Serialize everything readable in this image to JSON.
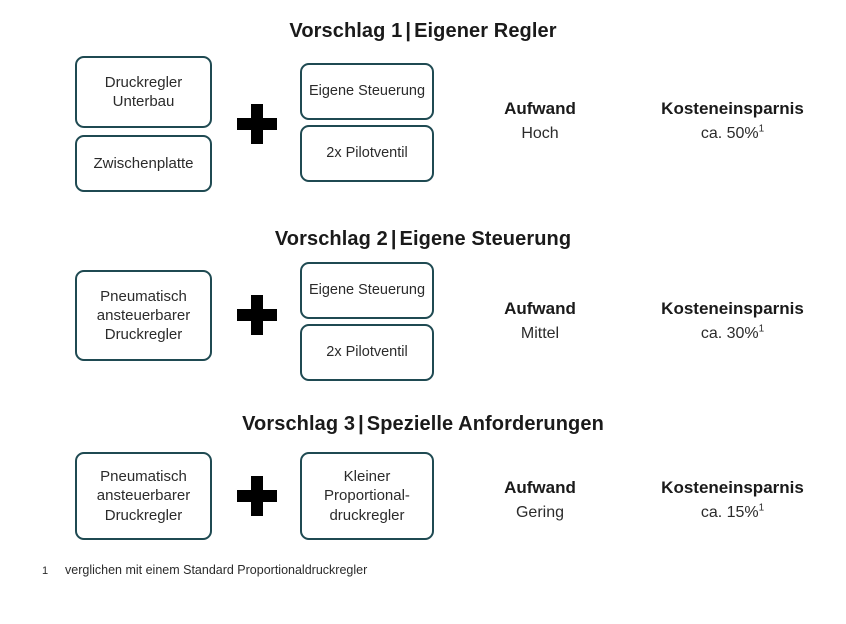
{
  "page": {
    "background": "#ffffff",
    "box_border_color": "#1f4a52",
    "title_color": "#1a1a1a",
    "text_color": "#2b2b2b"
  },
  "sections": [
    {
      "title_prefix": "Vorschlag 1",
      "title_separator": "|",
      "title_suffix": "Eigener Regler",
      "left_boxes": [
        {
          "lines": [
            "Druckregler",
            "Unterbau"
          ]
        },
        {
          "lines": [
            "Zwischenplatte"
          ]
        }
      ],
      "operator": "plus",
      "right_boxes": [
        {
          "lines": [
            "Eigene Steuerung"
          ]
        },
        {
          "lines": [
            "2x Pilotventil"
          ]
        }
      ],
      "metrics": [
        {
          "label": "Aufwand",
          "value": "Hoch",
          "footnote_marker": ""
        },
        {
          "label": "Kosteneinsparnis",
          "value": "ca. 50%",
          "footnote_marker": "1"
        }
      ]
    },
    {
      "title_prefix": "Vorschlag 2",
      "title_separator": "|",
      "title_suffix": "Eigene Steuerung",
      "left_boxes": [
        {
          "lines": [
            "Pneumatisch",
            "ansteuerbarer",
            "Druckregler"
          ]
        }
      ],
      "operator": "plus",
      "right_boxes": [
        {
          "lines": [
            "Eigene Steuerung"
          ]
        },
        {
          "lines": [
            "2x Pilotventil"
          ]
        }
      ],
      "metrics": [
        {
          "label": "Aufwand",
          "value": "Mittel",
          "footnote_marker": ""
        },
        {
          "label": "Kosteneinsparnis",
          "value": "ca. 30%",
          "footnote_marker": "1"
        }
      ]
    },
    {
      "title_prefix": "Vorschlag 3",
      "title_separator": "|",
      "title_suffix": "Spezielle Anforderungen",
      "left_boxes": [
        {
          "lines": [
            "Pneumatisch",
            "ansteuerbarer",
            "Druckregler"
          ]
        }
      ],
      "operator": "plus",
      "right_boxes": [
        {
          "lines": [
            "Kleiner",
            "Proportional-",
            "druckregler"
          ]
        }
      ],
      "metrics": [
        {
          "label": "Aufwand",
          "value": "Gering",
          "footnote_marker": ""
        },
        {
          "label": "Kosteneinsparnis",
          "value": "ca. 15%",
          "footnote_marker": "1"
        }
      ]
    }
  ],
  "footnote": {
    "marker": "1",
    "text": "verglichen mit einem Standard Proportionaldruckregler"
  }
}
